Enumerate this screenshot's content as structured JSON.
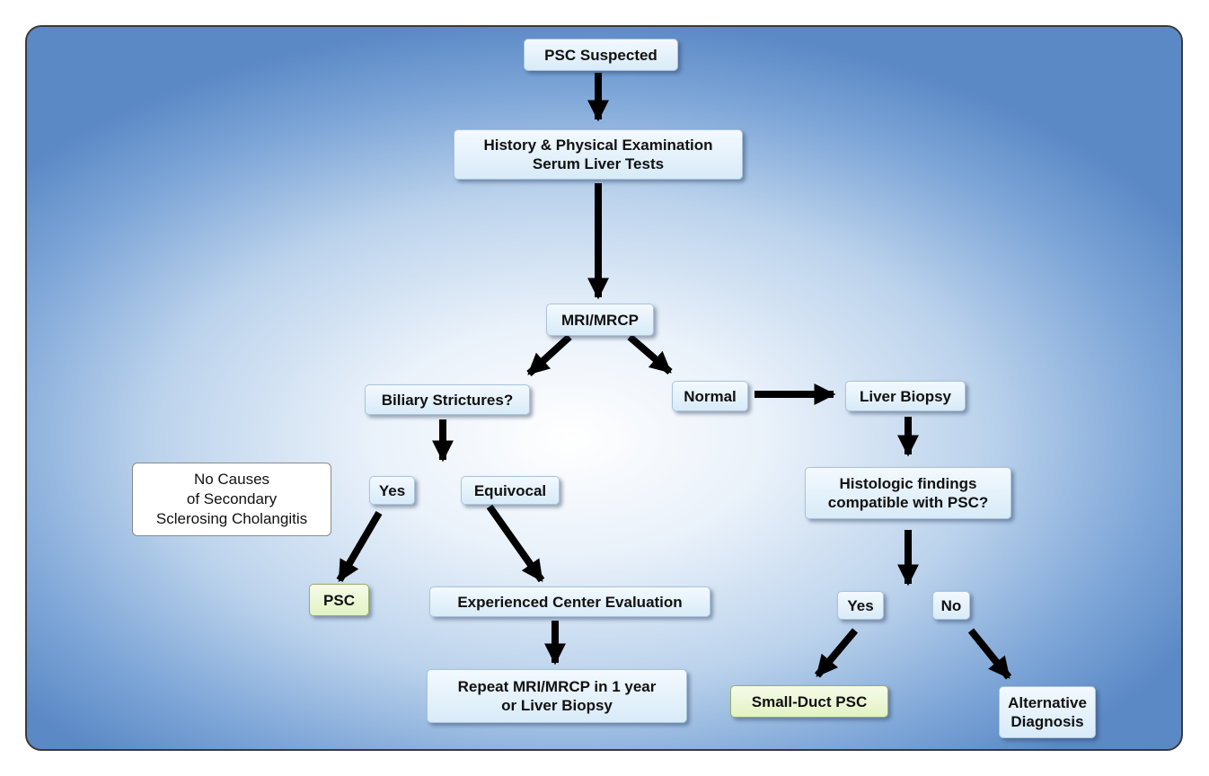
{
  "nodes": {
    "psc_suspected": "PSC Suspected",
    "history_exam": "History & Physical Examination",
    "serum_tests": "Serum Liver Tests",
    "mri_mrcp": "MRI/MRCP",
    "biliary_strictures": "Biliary Strictures?",
    "normal": "Normal",
    "liver_biopsy": "Liver Biopsy",
    "yes_left": "Yes",
    "equivocal": "Equivocal",
    "histologic_line1": "Histologic findings",
    "histologic_line2": "compatible with PSC?",
    "psc": "PSC",
    "experienced_center": "Experienced Center Evaluation",
    "repeat_line1": "Repeat MRI/MRCP in 1 year",
    "repeat_line2": "or Liver Biopsy",
    "yes_right": "Yes",
    "no": "No",
    "small_duct": "Small-Duct PSC",
    "alternative_line1": "Alternative",
    "alternative_line2": "Diagnosis"
  },
  "note": {
    "line1": "No Causes",
    "line2": "of Secondary",
    "line3": "Sclerosing Cholangitis"
  },
  "colors": {
    "box_fill": "#e3f1fb",
    "result_fill": "#e8f5cf",
    "arrow": "#000000",
    "background_edge": "#5b89c6"
  }
}
